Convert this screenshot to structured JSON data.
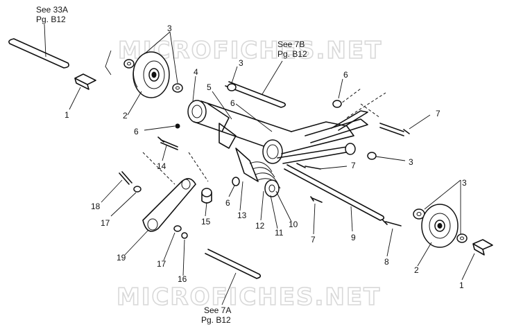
{
  "watermarks": [
    "MICROFICHES.NET",
    "MICROFICHES.NET"
  ],
  "refs": {
    "r33a_line1": "See 33A",
    "r33a_line2": "Pg. B12",
    "r7b_line1": "See 7B",
    "r7b_line2": "Pg. B12",
    "r7a_line1": "See 7A",
    "r7a_line2": "Pg. B12"
  },
  "callouts": [
    "3",
    "1",
    "2",
    "4",
    "3",
    "5",
    "6",
    "6",
    "6",
    "7",
    "14",
    "7",
    "3",
    "3",
    "18",
    "17",
    "6",
    "13",
    "12",
    "11",
    "10",
    "15",
    "7",
    "9",
    "8",
    "19",
    "17",
    "16",
    "2",
    "1"
  ]
}
